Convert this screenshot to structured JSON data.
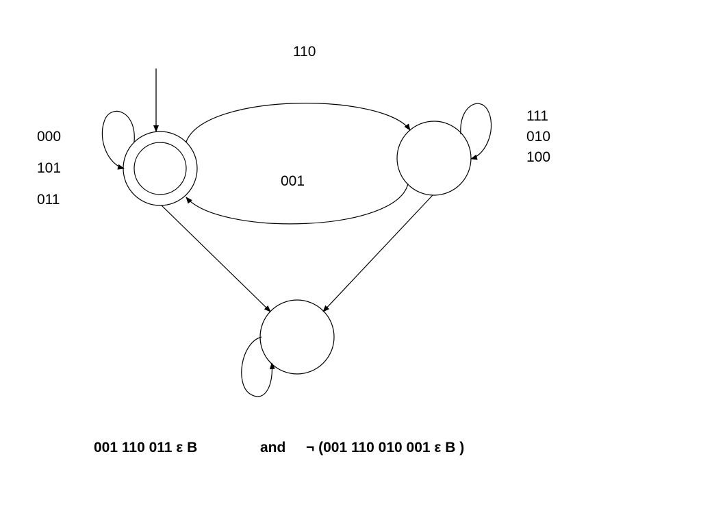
{
  "diagram": {
    "edge_labels": {
      "q0_to_q1": "110",
      "q1_to_q0": "001",
      "q0_self": [
        "000",
        "101",
        "011"
      ],
      "q1_self": [
        "111",
        "010",
        "100"
      ]
    }
  },
  "formula": {
    "part1": "001 110 011 ε B",
    "connector": "and",
    "part2": "¬ (001 110 010 001 ε B )"
  }
}
